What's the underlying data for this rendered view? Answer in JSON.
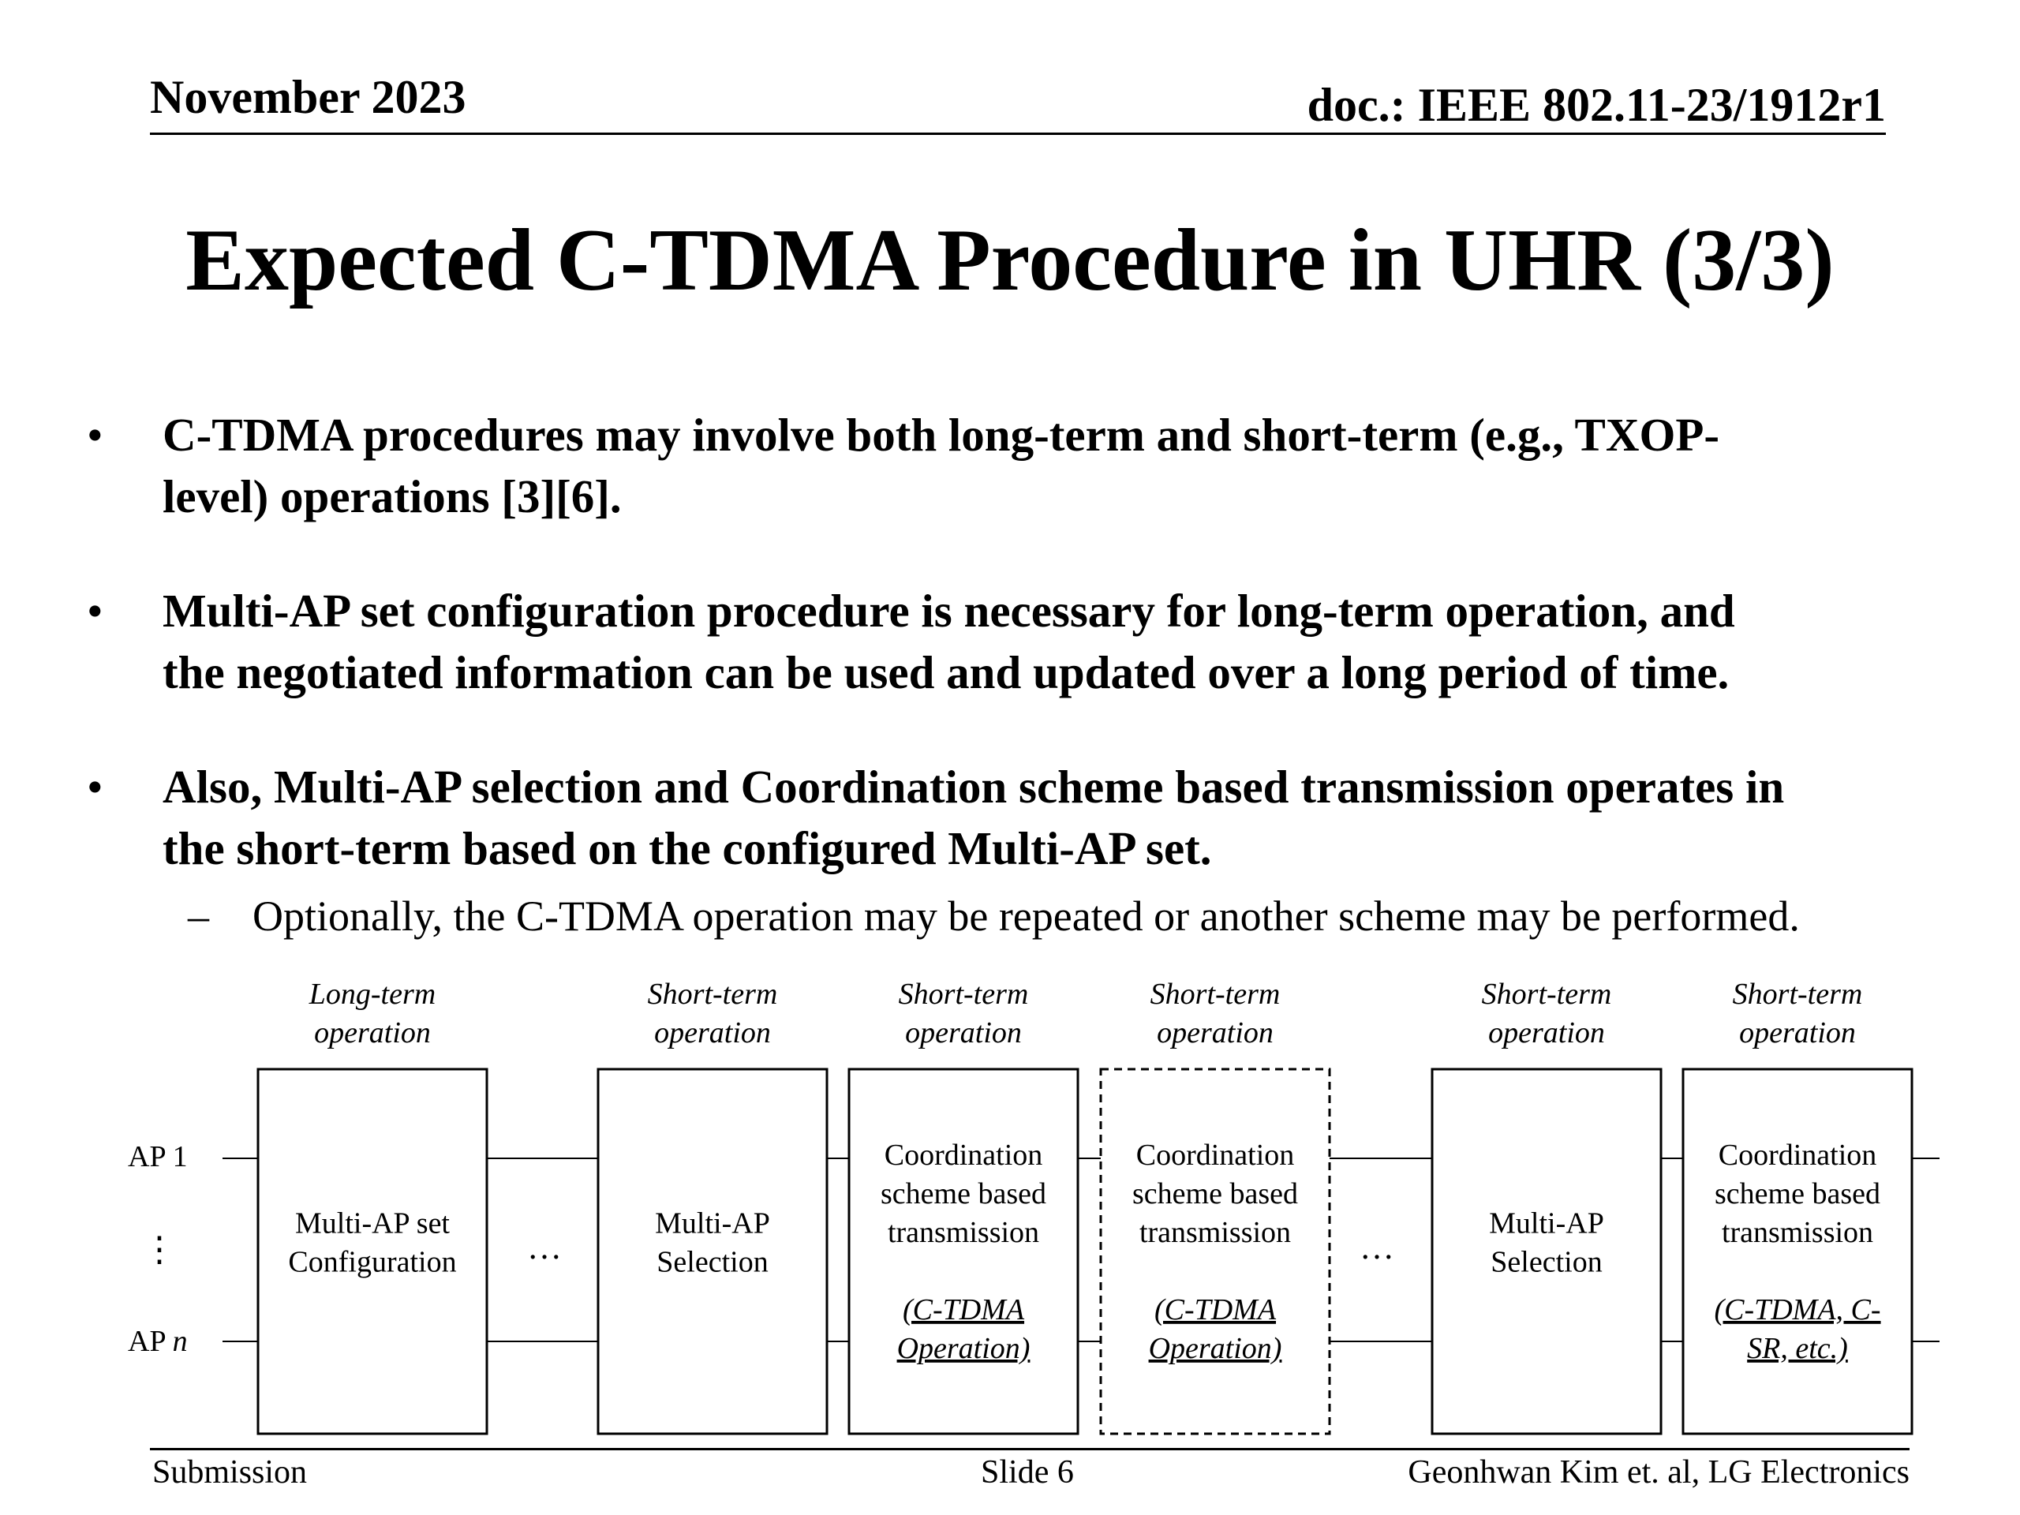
{
  "header": {
    "date": "November 2023",
    "doc_id": "doc.: IEEE 802.11-23/1912r1"
  },
  "title": "Expected C-TDMA Procedure in UHR (3/3)",
  "bullets": [
    {
      "lines": [
        "C-TDMA procedures may involve both long-term and short-term (e.g., TXOP-",
        "level) operations [3][6]."
      ]
    },
    {
      "lines": [
        "Multi-AP set configuration procedure is necessary for long-term operation, and",
        "the negotiated information can be used and updated over a long period of time."
      ]
    },
    {
      "lines": [
        "Also, Multi-AP selection and Coordination scheme based transmission operates in",
        "the short-term based on the configured Multi-AP set."
      ],
      "sub": "Optionally, the C-TDMA operation may be repeated or another scheme may be performed."
    }
  ],
  "bullet_marker": "•",
  "sub_marker": "–",
  "diagram": {
    "ap_labels": {
      "ap_first": "AP 1",
      "ap_last_prefix": "AP ",
      "ap_last_var": "n",
      "vdots": "⋮"
    },
    "ellipsis": "…",
    "blocks": [
      {
        "phase": [
          "Long-term",
          "operation"
        ],
        "body": [
          "Multi-AP set",
          "Configuration"
        ],
        "sub": [],
        "dashed": false
      },
      {
        "phase": [
          "Short-term",
          "operation"
        ],
        "body": [
          "Multi-AP",
          "Selection"
        ],
        "sub": [],
        "dashed": false
      },
      {
        "phase": [
          "Short-term",
          "operation"
        ],
        "body": [
          "Coordination",
          "scheme based",
          "transmission"
        ],
        "sub": [
          "(C-TDMA",
          "Operation)"
        ],
        "dashed": false
      },
      {
        "phase": [
          "Short-term",
          "operation"
        ],
        "body": [
          "Coordination",
          "scheme based",
          "transmission"
        ],
        "sub": [
          "(C-TDMA",
          "Operation)"
        ],
        "dashed": true
      },
      {
        "phase": [
          "Short-term",
          "operation"
        ],
        "body": [
          "Multi-AP",
          "Selection"
        ],
        "sub": [],
        "dashed": false
      },
      {
        "phase": [
          "Short-term",
          "operation"
        ],
        "body": [
          "Coordination",
          "scheme based",
          "transmission"
        ],
        "sub": [
          "(C-TDMA, C-",
          "SR, etc.)"
        ],
        "dashed": false
      }
    ]
  },
  "footer": {
    "left": "Submission",
    "center": "Slide 6",
    "right": "Geonhwan Kim et. al, LG Electronics"
  }
}
